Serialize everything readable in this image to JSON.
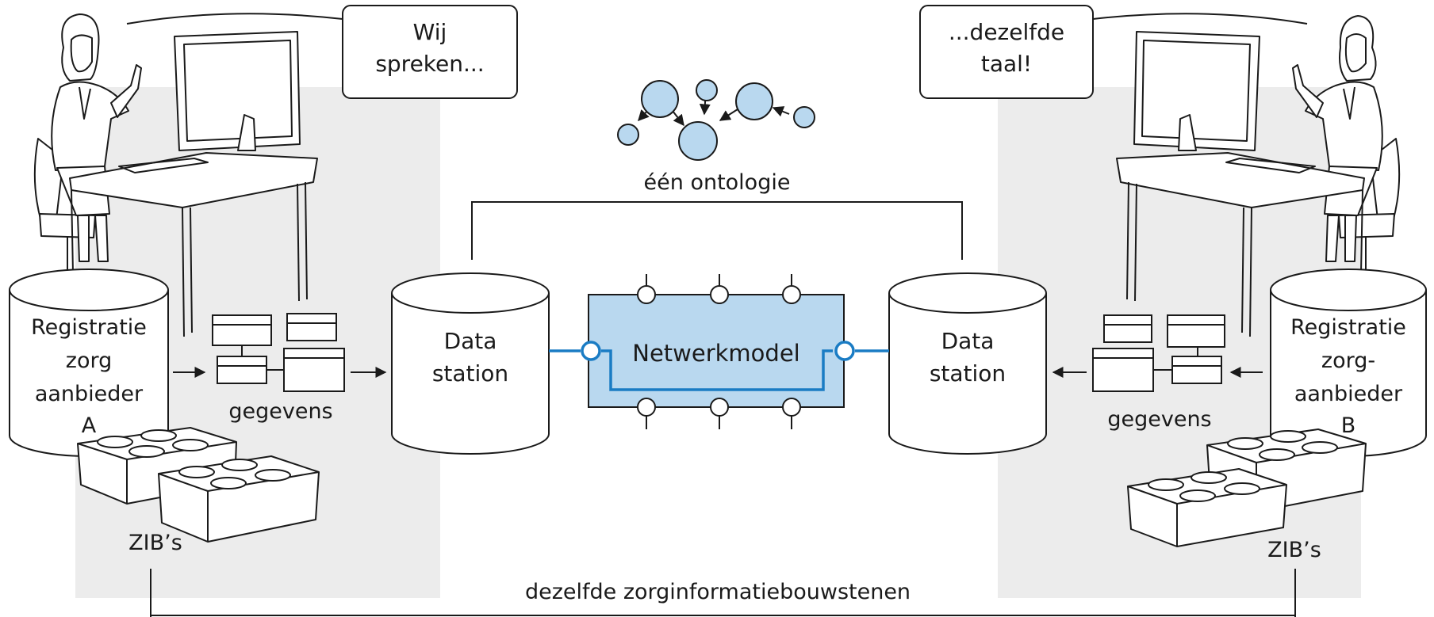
{
  "bubbles": {
    "left": [
      "Wij",
      "spreken..."
    ],
    "right": [
      "...dezelfde",
      "taal!"
    ]
  },
  "ontology": {
    "label": "één ontologie"
  },
  "network": {
    "label": "Netwerkmodel"
  },
  "stations": {
    "left": [
      "Data",
      "station"
    ],
    "right": [
      "Data",
      "station"
    ]
  },
  "registrations": {
    "left": [
      "Registratie",
      "zorg",
      "aanbieder",
      "A"
    ],
    "right": [
      "Registratie",
      "zorg-",
      "aanbieder",
      "B"
    ]
  },
  "data_labels": {
    "left": "gegevens",
    "right": "gegevens"
  },
  "zib_labels": {
    "left": "ZIB’s",
    "right": "ZIB’s"
  },
  "bottom_label": "dezelfde zorginformatiebouwstenen",
  "colors": {
    "accent_blue": "#1a7cc4",
    "fill_blue": "#b9d8ef",
    "panel_gray": "#ececec",
    "stroke": "#1a1a1a"
  },
  "icons": [
    "person-left-illustration",
    "person-right-illustration",
    "desk-left",
    "desk-right",
    "lego-brick",
    "data-forms-icon",
    "ontology-graph-icon"
  ]
}
